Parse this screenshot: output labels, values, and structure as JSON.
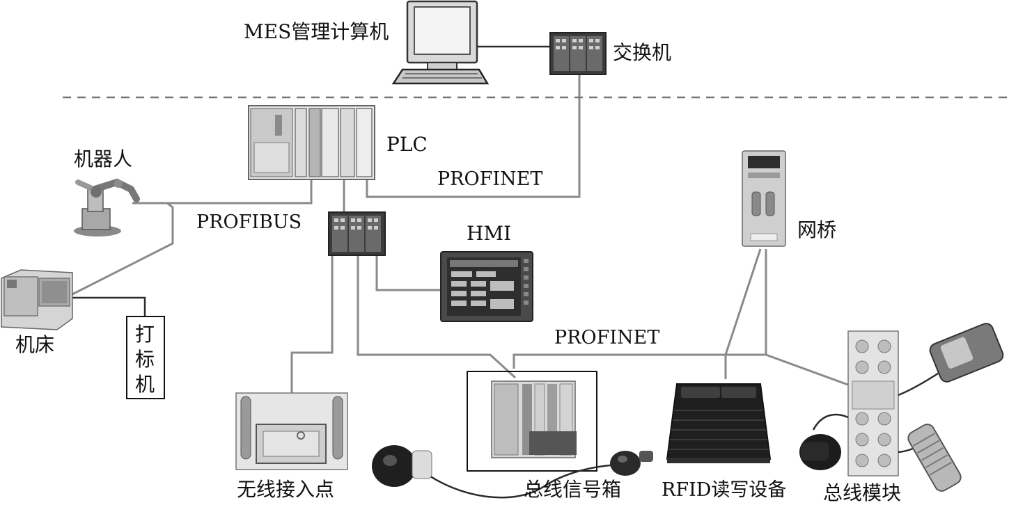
{
  "labels": {
    "mes_computer": "MES管理计算机",
    "switch_top": "交换机",
    "plc": "PLC",
    "profinet_top": "PROFINET",
    "robot": "机器人",
    "profibus": "PROFIBUS",
    "hmi": "HMI",
    "bridge": "网桥",
    "machine_tool": "机床",
    "marker_1": "打",
    "marker_2": "标",
    "marker_3": "机",
    "profinet_mid": "PROFINET",
    "wireless_ap": "无线接入点",
    "bus_signal_box": "总线信号箱",
    "rfid": "RFID读写设备",
    "bus_module": "总线模块"
  }
}
